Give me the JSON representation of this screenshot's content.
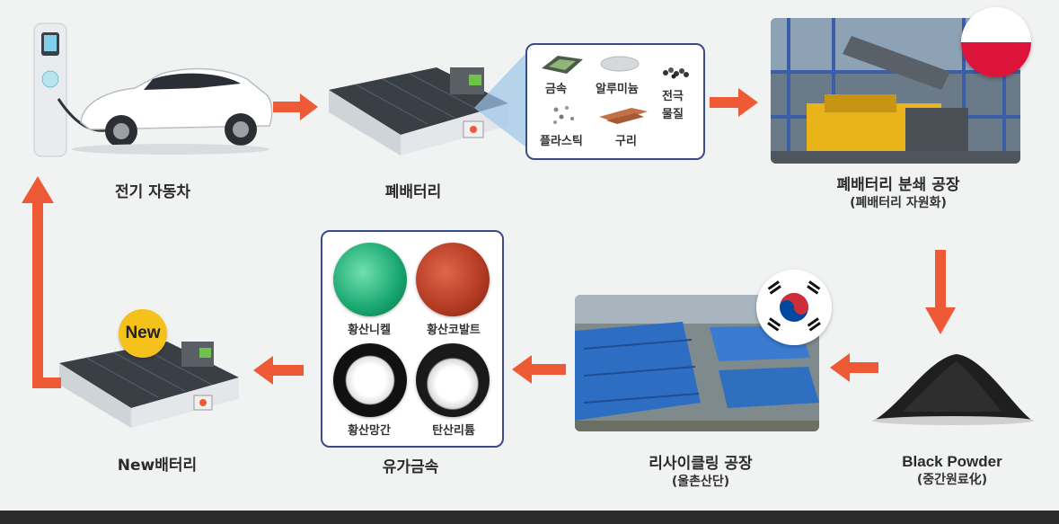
{
  "colors": {
    "arrow": "#ef5a36",
    "box_border": "#3b4a8c"
  },
  "nodes": {
    "ev": {
      "label": "전기 자동차"
    },
    "waste_battery": {
      "label": "폐배터리"
    },
    "crush_plant": {
      "label": "폐배터리 분쇄 공장",
      "sublabel": "(폐배터리 자원화)"
    },
    "black_powder": {
      "label": "Black Powder",
      "sublabel": "(중간원료化)"
    },
    "recycle_plant": {
      "label": "리사이클링 공장",
      "sublabel": "(울촌산단)"
    },
    "precious_metals": {
      "label": "유가금속"
    },
    "new_battery": {
      "label": "New배터리",
      "badge": "New"
    }
  },
  "materials_box": {
    "items": [
      "금속",
      "알루미늄",
      "전극",
      "물질",
      "플라스틱",
      "구리"
    ]
  },
  "metals_box": {
    "items": [
      "황산니켈",
      "황산코발트",
      "황산망간",
      "탄산리튬"
    ]
  }
}
